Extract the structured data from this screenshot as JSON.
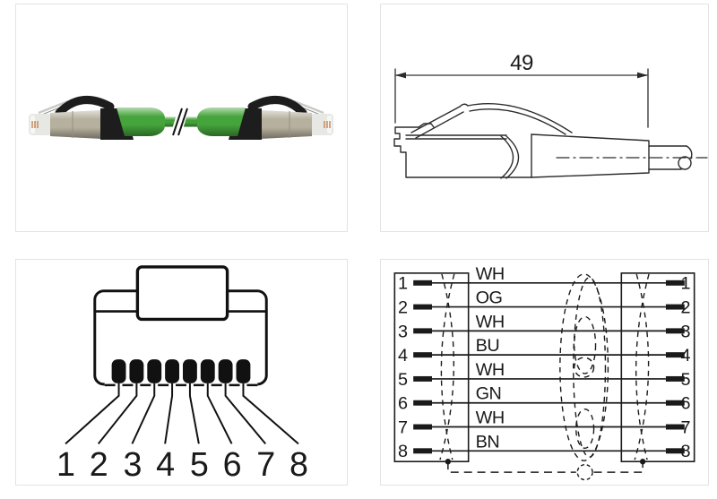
{
  "page": {
    "background": "#ffffff",
    "panel_border": "#e3e3e3",
    "line_color": "#1a1a1a"
  },
  "photo_panel": {
    "cable_color": "#43a039",
    "boot_color": "#45a43b",
    "connector_metal_color": "#b6b09e",
    "latch_color": "#1d1d1d",
    "plug_tip_color": "#e7e7e4",
    "contact_color": "#c4824e"
  },
  "dimension_panel": {
    "dimension_label": "49"
  },
  "pinout_panel": {
    "pin_numbers": [
      "1",
      "2",
      "3",
      "4",
      "5",
      "6",
      "7",
      "8"
    ]
  },
  "wiring_panel": {
    "left_pin_numbers": [
      "1",
      "2",
      "3",
      "4",
      "5",
      "6",
      "7",
      "8"
    ],
    "right_pin_numbers": [
      "1",
      "2",
      "3",
      "4",
      "5",
      "6",
      "7",
      "8"
    ],
    "wire_color_labels": [
      "WH",
      "OG",
      "WH",
      "BU",
      "WH",
      "GN",
      "WH",
      "BN"
    ]
  }
}
